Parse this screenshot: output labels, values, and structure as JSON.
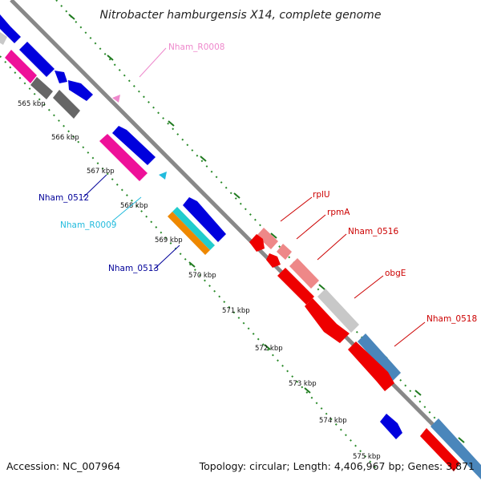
{
  "title": "Nitrobacter hamburgensis X14, complete genome",
  "footer": {
    "accession": "Accession: NC_007964",
    "topology": "Topology: circular; Length: 4,406,967 bp; Genes: 3,871"
  },
  "colors": {
    "backbone": "#888888",
    "gc_dots": "#2a8a2a",
    "gc_dashes": "#1f7a1f",
    "blue": "#0000dd",
    "magenta": "#ee1199",
    "dark_gray": "#666666",
    "light_gray": "#c8c8c8",
    "red": "#ee0000",
    "salmon": "#ee8888",
    "steel_blue": "#4a86bb",
    "cyan": "#22cccc",
    "orange": "#ee8800",
    "pink_label": "#ee88cc",
    "cyan_label": "#22bbdd",
    "navy_label": "#000099",
    "red_label": "#cc0000"
  },
  "ticks": [
    "565 kbp",
    "566 kbp",
    "567 kbp",
    "568 kbp",
    "569 kbp",
    "570 kbp",
    "571 kbp",
    "572 kbp",
    "573 kbp",
    "574 kbp",
    "575 kbp"
  ],
  "labels": {
    "nham_r0008": "Nham_R0008",
    "nham_0512": "Nham_0512",
    "nham_r0009": "Nham_R0009",
    "nham_0513": "Nham_0513",
    "rplu": "rplU",
    "rpma": "rpmA",
    "nham_0516": "Nham_0516",
    "obge": "obgE",
    "nham_0518": "Nham_0518"
  }
}
